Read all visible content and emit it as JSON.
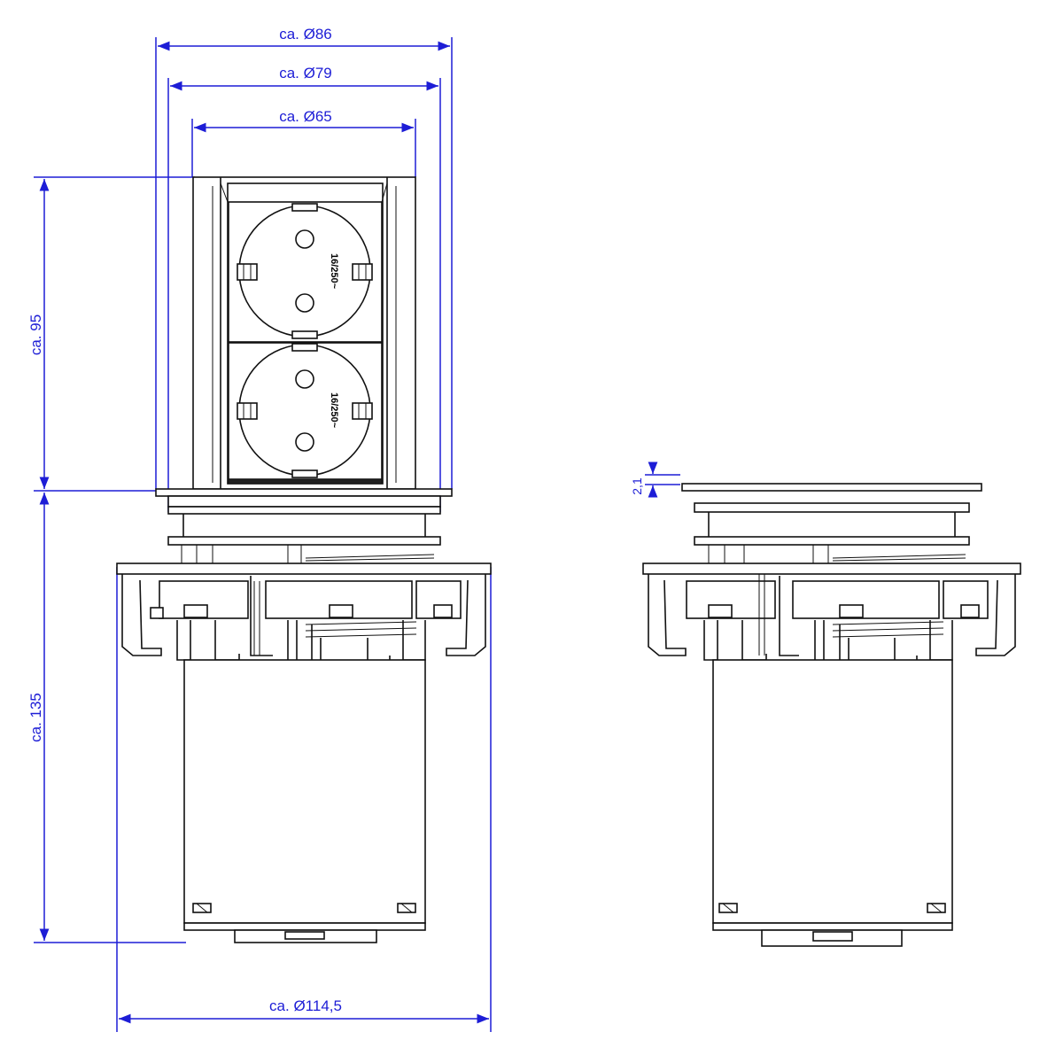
{
  "dimensions": {
    "d86": "ca. Ø86",
    "d79": "ca. Ø79",
    "d65": "ca. Ø65",
    "h95": "ca. 95",
    "h135": "ca. 135",
    "d114": "ca. Ø114,5",
    "t21": "2,1"
  },
  "socket_rating": "16/250~",
  "colors": {
    "dimension": "#1d1dd6",
    "outline": "#111111"
  }
}
